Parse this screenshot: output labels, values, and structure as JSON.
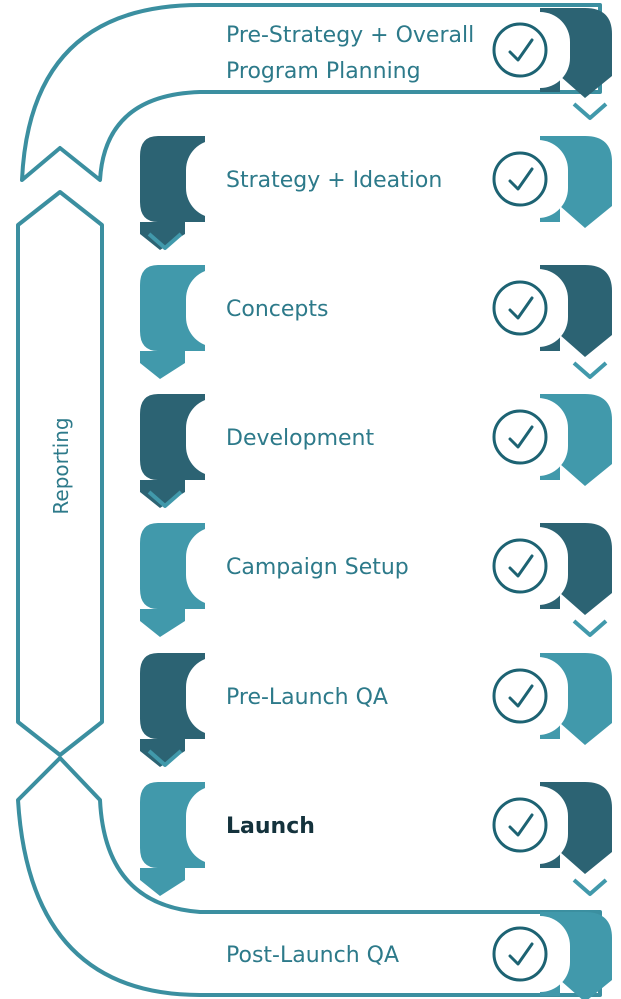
{
  "diagram": {
    "steps": [
      {
        "label": "Pre-Strategy + Overall",
        "label2": "Program Planning",
        "icon": "strategy-play-icon"
      },
      {
        "label": "Strategy + Ideation",
        "icon": "lightbulb-icon"
      },
      {
        "label": "Concepts",
        "icon": "pencils-icon"
      },
      {
        "label": "Development",
        "icon": "gear-wrench-icon"
      },
      {
        "label": "Campaign Setup",
        "icon": "checklist-icon"
      },
      {
        "label": "Pre-Launch QA",
        "icon": "chat-question-icon"
      },
      {
        "label": "Launch",
        "icon": "rocket-icon"
      },
      {
        "label": "Post-Launch QA",
        "icon": "question-refresh-icon"
      }
    ],
    "reporting_label": "Reporting"
  },
  "colors": {
    "teal": "#4199ab",
    "dark_teal": "#2c6373",
    "border": "#3b8fa0",
    "text": "#2d7a8a",
    "text_dark": "#14323c"
  }
}
